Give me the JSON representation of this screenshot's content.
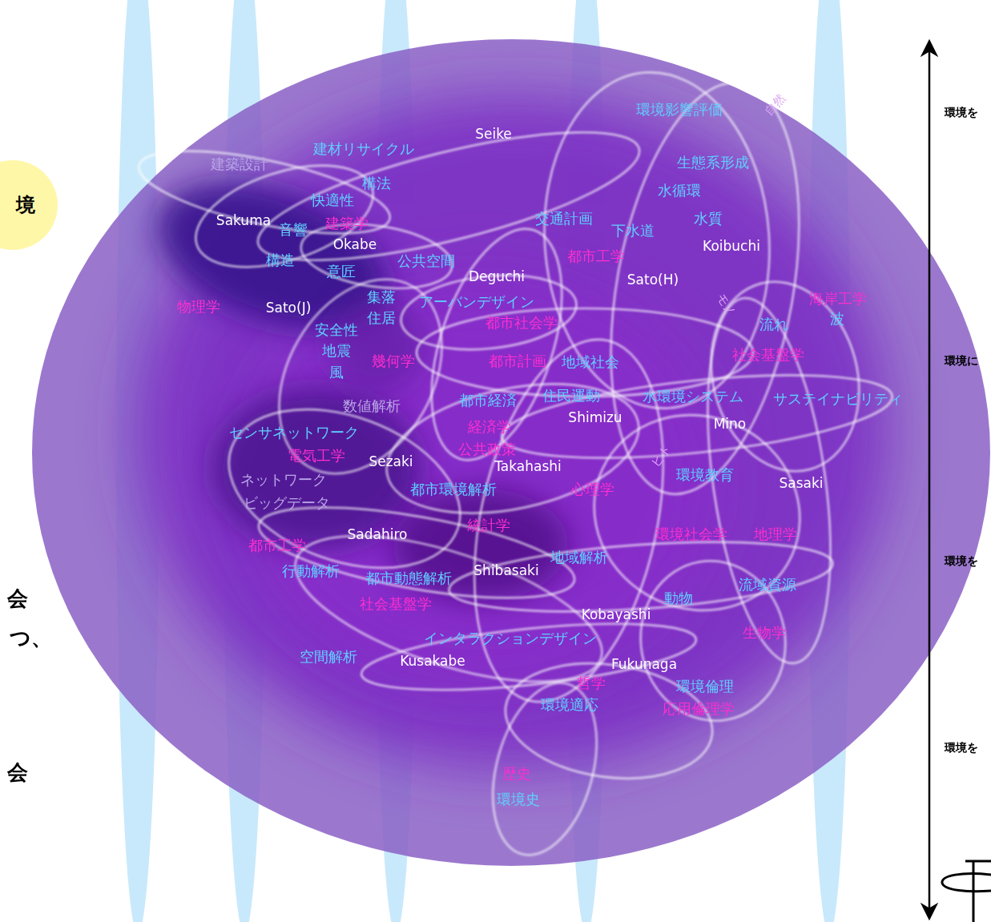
{
  "diagram": {
    "nodes": [
      {
        "text": [
          "境"
        ]
      }
    ],
    "labels": [
      "環境影響評価",
      "自然",
      "Seike",
      "建材リサイクル",
      "建築設計",
      "生態系形成",
      "構法",
      "水循環",
      "快適性",
      "Sakuma",
      "音響",
      "建築学",
      "交通計画",
      "下水道",
      "水質",
      "Okabe",
      "Koibuchi",
      "構造",
      "公共空間",
      "都市工学",
      "意匠",
      "Deguchi",
      "Sato(H)",
      "モノ",
      "海岸工学",
      "物理学",
      "Sato(J)",
      "集落",
      "住居",
      "アーバンデザイン",
      "都市社会学",
      "波",
      "流れ",
      "安全性",
      "地震",
      "幾何学",
      "都市計画",
      "地域社会",
      "社会基盤学",
      "風",
      "数値解析",
      "都市経済",
      "住民運動",
      "水環境システム",
      "サステイナビリティ",
      "Shimizu",
      "Mino",
      "経済学",
      "センサネットワーク",
      "ヒト",
      "公共政策",
      "電気工学",
      "Sezaki",
      "Takahashi",
      "環境教育",
      "Sasaki",
      "ネットワーク",
      "都市環境解析",
      "心理学",
      "ビッグデータ",
      "統計学",
      "Sadahiro",
      "都市工学",
      "環境社会学",
      "地理学",
      "地域解析",
      "行動解析",
      "都市動態解析",
      "Shibasaki",
      "流域資源",
      "社会基盤学",
      "動物",
      "Kobayashi",
      "生物学",
      "インタラクションデザイン",
      "空間解析",
      "Kusakabe",
      "Fukunaga",
      "哲学",
      "環境倫理",
      "環境適応",
      "応用倫理学",
      "歴史",
      "環境史",
      "環境を",
      "環境に",
      "環境を",
      "環境を",
      "会",
      "つ、",
      "会"
    ]
  }
}
